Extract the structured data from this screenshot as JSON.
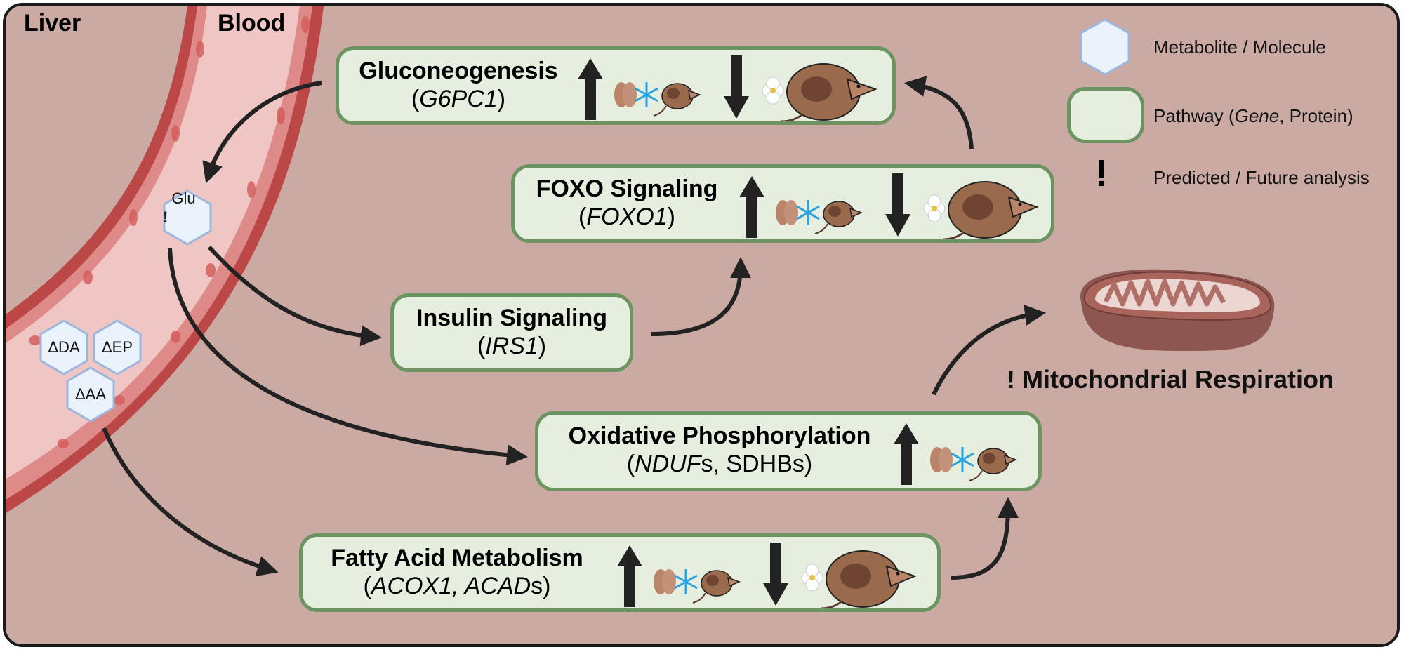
{
  "regions": {
    "liver": "Liver",
    "blood": "Blood"
  },
  "metabolites": [
    {
      "id": "glu",
      "prefix": "!",
      "label": "Glu"
    },
    {
      "id": "da",
      "prefix": "",
      "label": "ΔDA"
    },
    {
      "id": "ep",
      "prefix": "",
      "label": "ΔEP"
    },
    {
      "id": "aa",
      "prefix": "",
      "label": "ΔAA"
    }
  ],
  "pathways": {
    "gluconeogenesis": {
      "title": "Gluconeogenesis",
      "genes_italic": "G6PC1",
      "genes_rest": "",
      "up_condition": "winter / leaf / snowflake / small shrew",
      "down_condition": "summer / flower / large shrew"
    },
    "foxo": {
      "title": "FOXO Signaling",
      "genes_italic": "FOXO1",
      "genes_rest": "",
      "up_condition": "winter / leaf / snowflake / small shrew",
      "down_condition": "summer / flower / large shrew"
    },
    "insulin": {
      "title": "Insulin Signaling",
      "genes_italic": "IRS1",
      "genes_rest": ""
    },
    "oxphos": {
      "title": "Oxidative Phosphorylation",
      "genes_italic": "NDUF",
      "genes_rest": "s, SDHBs",
      "up_condition": "winter / leaf / snowflake / small shrew"
    },
    "fatty_acid": {
      "title": "Fatty Acid Metabolism",
      "genes_italic": "ACOX1, ACAD",
      "genes_rest": "s",
      "up_condition": "winter / leaf / snowflake / small shrew",
      "down_condition": "summer / flower / large shrew"
    }
  },
  "mitochondria": {
    "label": "! Mitochondrial Respiration"
  },
  "legend": {
    "metabolite": "Metabolite / Molecule",
    "pathway_pre": "Pathway (",
    "pathway_italic": "Gene",
    "pathway_post": ", Protein)",
    "predicted_symbol": "!",
    "predicted": "Predicted / Future analysis"
  },
  "colors": {
    "background": "#ccaaa4",
    "pathway_fill": "#e6eedf",
    "pathway_border": "#6b9460",
    "hex_fill": "#eaf2fc",
    "hex_border": "#9cb6dc",
    "vessel_wall": "#bb4747",
    "vessel_lumen": "#f0c6c4",
    "arrow": "#222222"
  }
}
